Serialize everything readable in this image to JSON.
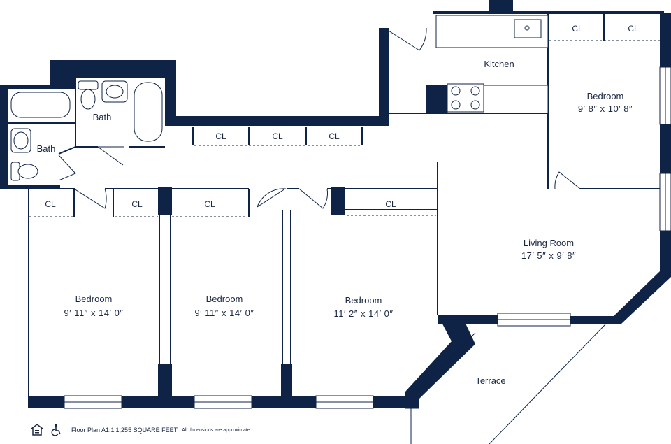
{
  "rooms": {
    "kitchen": {
      "name": "Kitchen"
    },
    "bedroom_ne": {
      "name": "Bedroom",
      "dims": "9′ 8″ x 10′ 8″"
    },
    "bath_upper": {
      "name": "Bath"
    },
    "bath_left": {
      "name": "Bath"
    },
    "living": {
      "name": "Living Room",
      "dims": "17′ 5″ x 9′ 8″"
    },
    "bedroom_1": {
      "name": "Bedroom",
      "dims": "9′ 11″ x 14′ 0″"
    },
    "bedroom_2": {
      "name": "Bedroom",
      "dims": "9′ 11″ x 14′ 0″"
    },
    "bedroom_3": {
      "name": "Bedroom",
      "dims": "11′ 2″ x 14′ 0″"
    },
    "terrace": {
      "name": "Terrace"
    }
  },
  "closet_label": "CL",
  "footer": {
    "plan": "Floor Plan A1.1",
    "area": "1,255 SQUARE FEET",
    "note": "All dimensions are approximate."
  },
  "icons": [
    "equal-housing-icon",
    "accessibility-icon"
  ],
  "colors": {
    "wall": "#0f2347",
    "text": "#1a2744",
    "background": "#ffffff"
  }
}
